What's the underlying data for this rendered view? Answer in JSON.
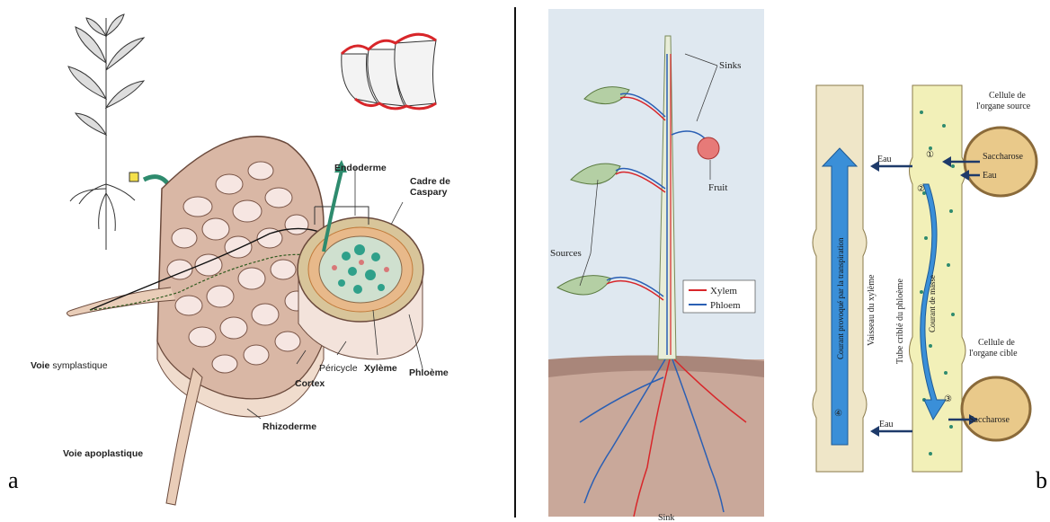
{
  "panels": {
    "left_letter": "a",
    "right_letter": "b"
  },
  "root_section": {
    "labels": {
      "endoderme": "Endoderme",
      "cadre_caspary_1": "Cadre de",
      "cadre_caspary_2": "Caspary",
      "voie_symplastique_bold": "Voie",
      "voie_symplastique_rest": " symplastique",
      "pericycle": "Péricycle",
      "xyleme": "Xylème",
      "phloeme": "Phloème",
      "cortex": "Cortex",
      "rhizoderme": "Rhizoderme",
      "voie_apoplastique": "Voie apoplastique"
    }
  },
  "plant_transport": {
    "labels": {
      "sinks": "Sinks",
      "fruit": "Fruit",
      "sources": "Sources",
      "sink": "Sink"
    },
    "legend": [
      {
        "name": "Xylem",
        "color": "#d8262a"
      },
      {
        "name": "Phloem",
        "color": "#2a5fb4"
      }
    ]
  },
  "phloem_flow": {
    "labels": {
      "cellule_source_1": "Cellule de",
      "cellule_source_2": "l'organe source",
      "saccharose_top": "Saccharose",
      "eau_right": "Eau",
      "eau_top": "Eau",
      "cellule_cible_1": "Cellule de",
      "cellule_cible_2": "l'organe cible",
      "saccharose_bottom": "Saccharose",
      "eau_bottom": "Eau",
      "vaisseau": "Vaisseau du xylème",
      "tube": "Tube criblé du phloème",
      "courant_transpiration": "Courant provoqué par la transpiration",
      "courant_masse": "Courant de masse",
      "step1": "①",
      "step2": "②",
      "step3": "③",
      "step4": "④"
    },
    "colors": {
      "flow": "#3a8fd8",
      "wall": "#e8dcb0",
      "sieve": "#f2f0b8"
    }
  }
}
